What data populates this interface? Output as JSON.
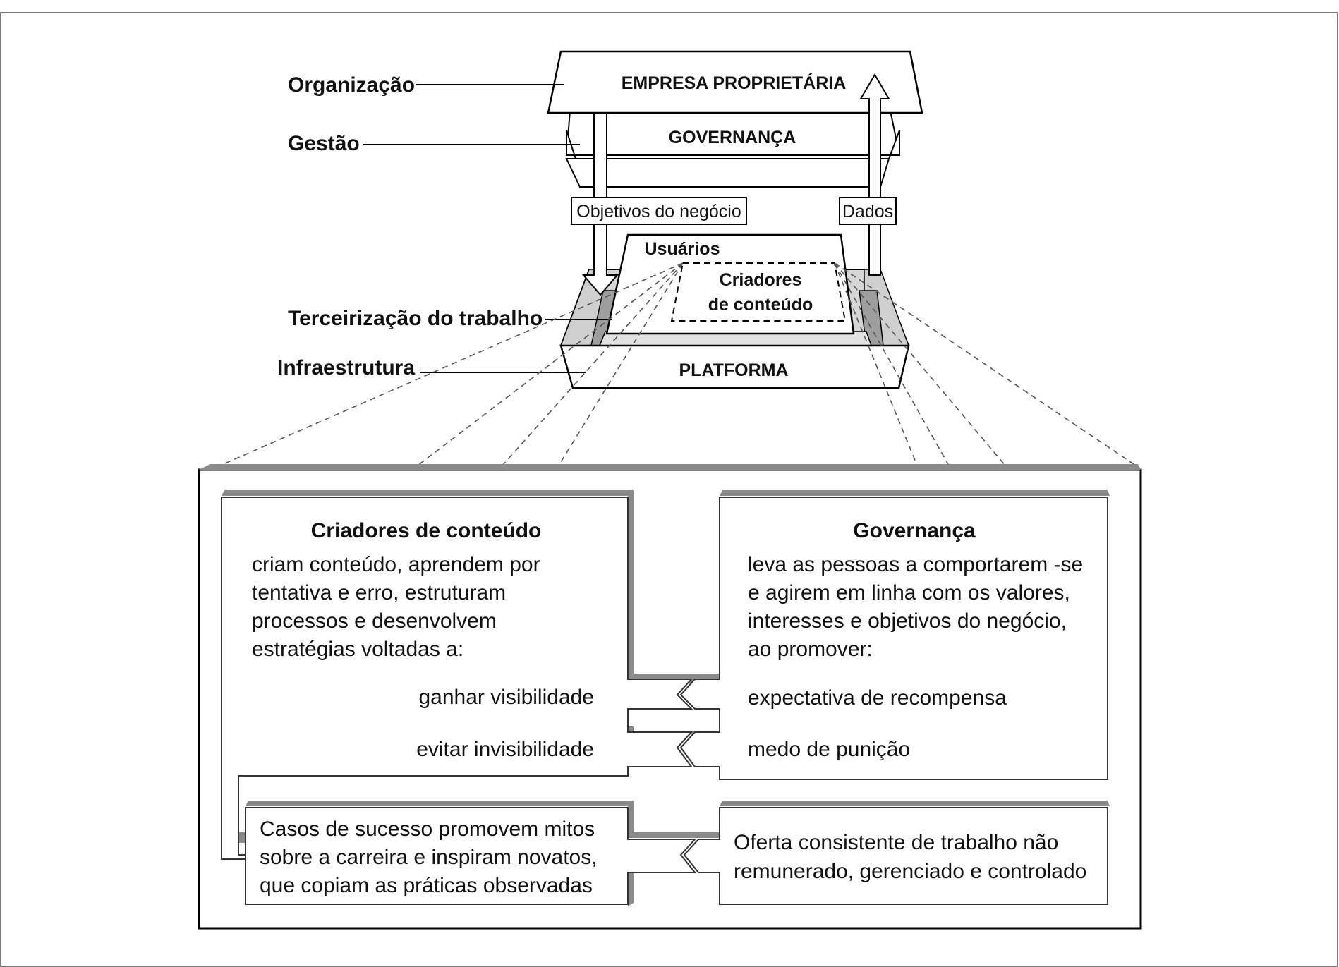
{
  "title": "",
  "left_labels": {
    "organizacao": "Organização",
    "gestao": "Gestão",
    "terceirizacao": "Terceirização do trabalho",
    "infraestrutura": "Infraestrutura"
  },
  "layers": {
    "empresa": "EMPRESA PROPRIETÁRIA",
    "governanca": "GOVERNANÇA",
    "usuarios": "Usuários",
    "criadores_line1": "Criadores",
    "criadores_line2": "de conteúdo",
    "plataforma": "PLATFORMA"
  },
  "arrows": {
    "objetivos": "Objetivos do negócio",
    "dados": "Dados"
  },
  "detail": {
    "criadores": {
      "title": "Criadores de conteúdo",
      "lines": [
        "criam conteúdo, aprendem por",
        "tentativa e erro, estruturam",
        "processos e desenvolvem",
        "estratégias voltadas a:"
      ],
      "goal_1": "ganhar visibilidade",
      "goal_2": "evitar invisibilidade"
    },
    "governanca": {
      "title": "Governança",
      "lines": [
        "leva as pessoas a comportarem -se",
        "e agirem em linha com os valores,",
        "interesses e objetivos do negócio,",
        "ao promover:"
      ],
      "means_1": "expectativa de recompensa",
      "means_2": "medo de punição"
    },
    "casos": {
      "lines": [
        "Casos de sucesso promovem mitos",
        "sobre a carreira e inspiram novatos,",
        "que copiam as práticas observadas"
      ]
    },
    "oferta": {
      "lines": [
        "Oferta consistente de trabalho não",
        "remunerado, gerenciado e controlado"
      ]
    }
  },
  "colors": {
    "stroke": "#000000",
    "shadow": "#8a8a8a",
    "side_light": "#d6d6d6",
    "side_dark": "#a9a9a9",
    "background": "#ffffff"
  }
}
